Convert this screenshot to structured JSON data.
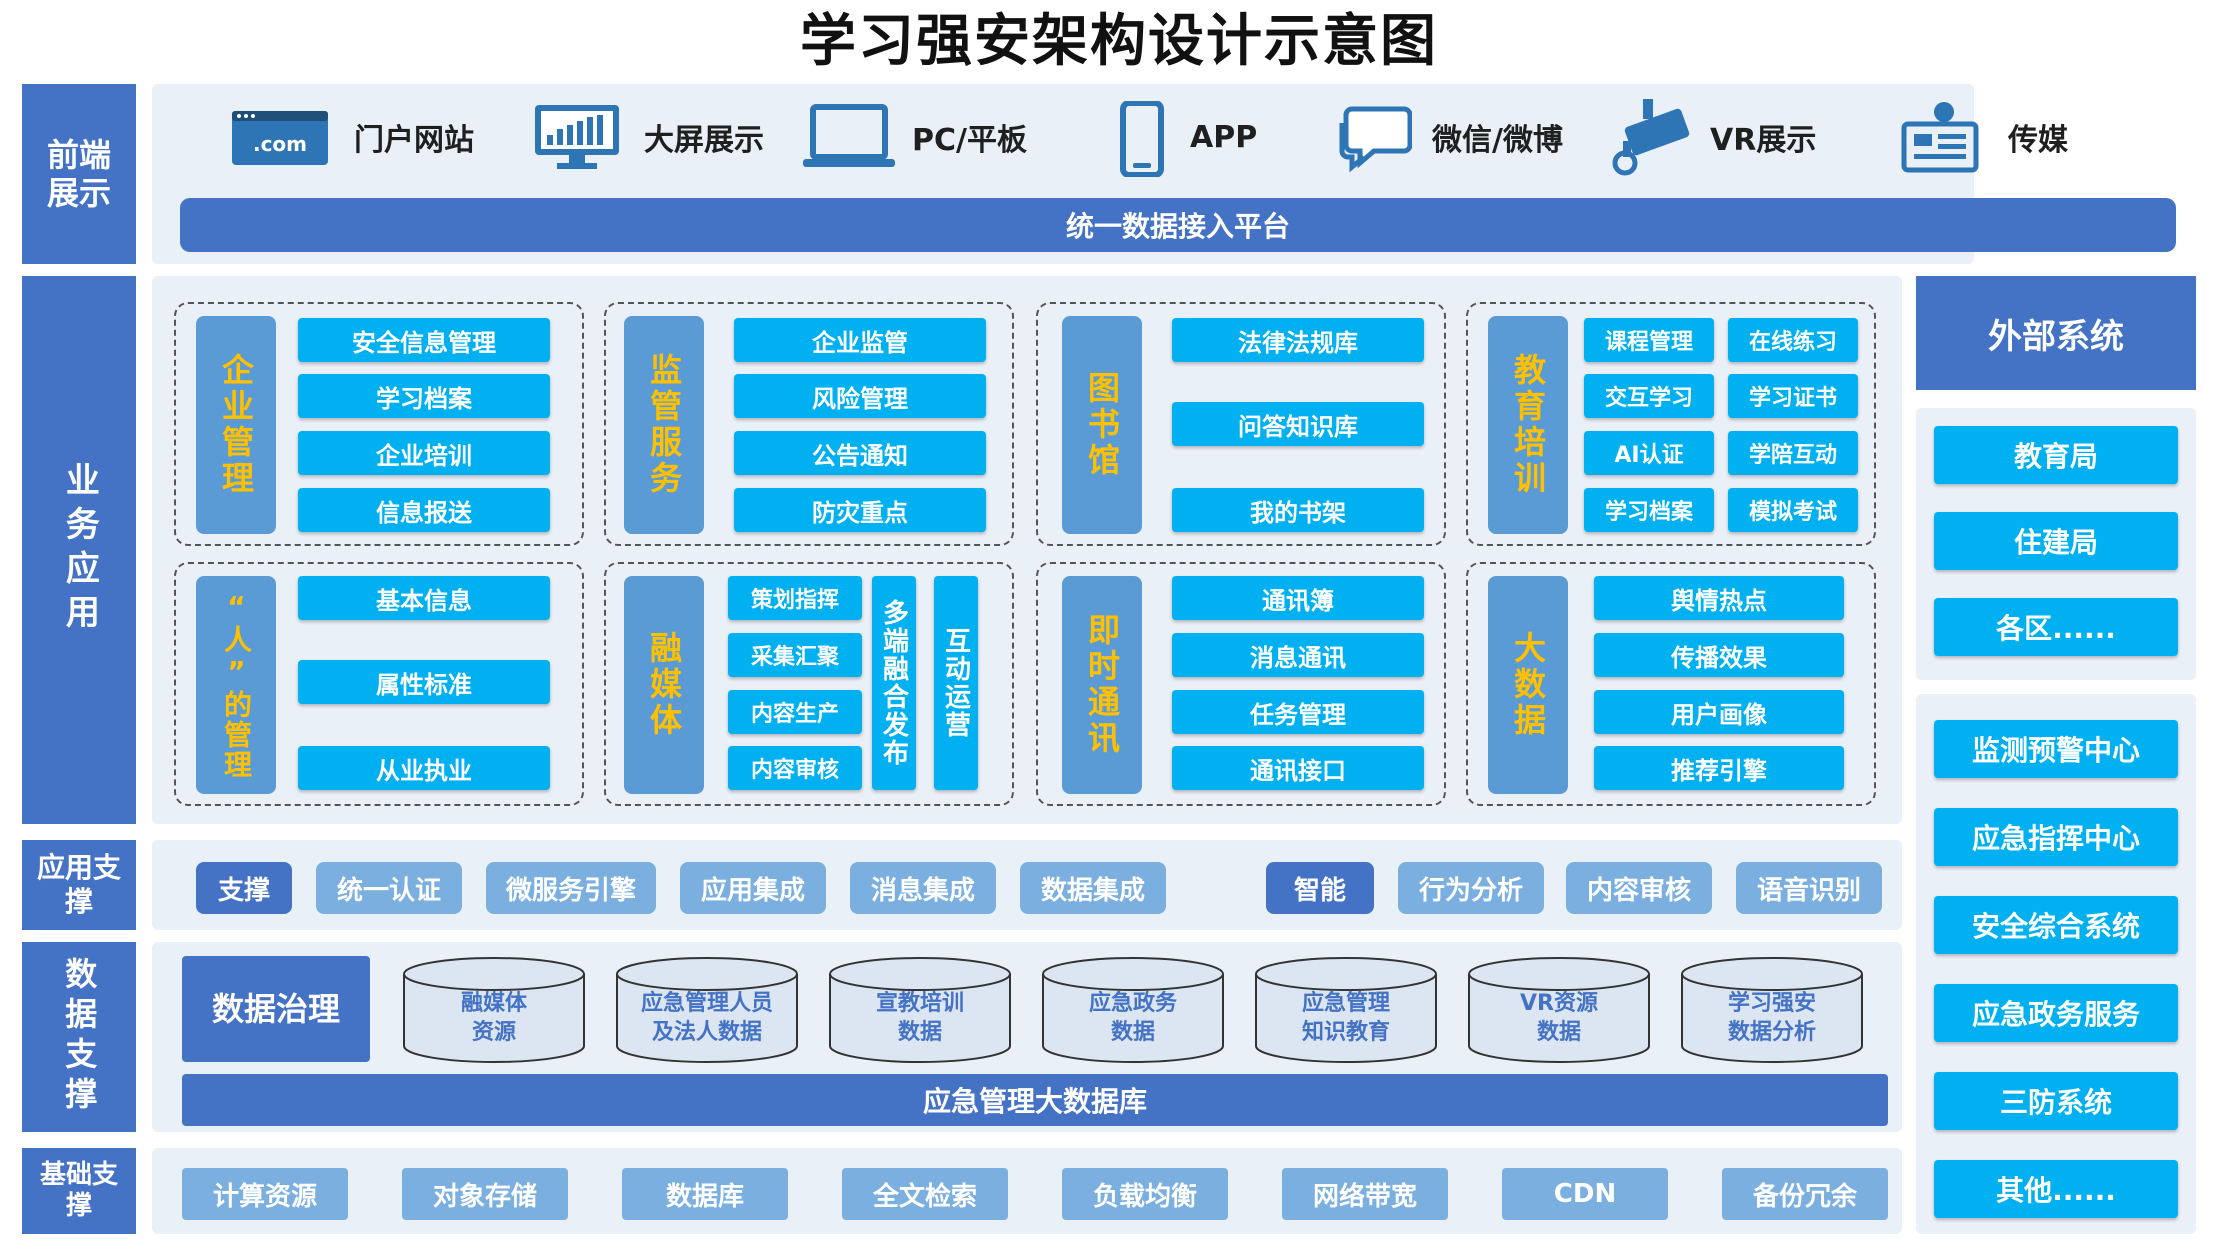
{
  "title": "学习强安架构设计示意图",
  "sections": {
    "front": "前端展示",
    "business": "业务应用",
    "app_support": "应用支撑",
    "data_support": "数据支撑",
    "base_support": "基础支撑"
  },
  "frontend": {
    "items": [
      {
        "icon": "web-portal-icon",
        "icon_text": ".com",
        "label": "门户网站"
      },
      {
        "icon": "big-screen-icon",
        "label": "大屏展示"
      },
      {
        "icon": "laptop-icon",
        "label": "PC/平板"
      },
      {
        "icon": "phone-icon",
        "label": "APP"
      },
      {
        "icon": "chat-icon",
        "label": "微信/微博"
      },
      {
        "icon": "vr-camera-icon",
        "label": "VR展示"
      },
      {
        "icon": "media-icon",
        "label": "传媒"
      }
    ],
    "platform": "统一数据接入平台"
  },
  "business": {
    "groups": [
      {
        "label": "企业管理",
        "items": [
          "安全信息管理",
          "学习档案",
          "企业培训",
          "信息报送"
        ]
      },
      {
        "label": "监管服务",
        "items": [
          "企业监管",
          "风险管理",
          "公告通知",
          "防灾重点"
        ]
      },
      {
        "label": "图书馆",
        "items": [
          "法律法规库",
          "问答知识库",
          "我的书架"
        ]
      },
      {
        "label": "教育培训",
        "items": [
          "课程管理",
          "在线练习",
          "交互学习",
          "学习证书",
          "AI认证",
          "学陪互动",
          "学习档案",
          "模拟考试"
        ]
      },
      {
        "label": "“人”的管理",
        "items": [
          "基本信息",
          "属性标准",
          "从业执业"
        ]
      },
      {
        "label": "融媒体",
        "items": [
          "策划指挥",
          "采集汇聚",
          "内容生产",
          "内容审核"
        ],
        "vert_items": [
          "多端融合发布",
          "互动运营"
        ]
      },
      {
        "label": "即时通讯",
        "items": [
          "通讯簿",
          "消息通讯",
          "任务管理",
          "通讯接口"
        ]
      },
      {
        "label": "大数据",
        "items": [
          "舆情热点",
          "传播效果",
          "用户画像",
          "推荐引擎"
        ]
      }
    ]
  },
  "app_support": {
    "left_head": "支撑",
    "left_items": [
      "统一认证",
      "微服务引擎",
      "应用集成",
      "消息集成",
      "数据集成"
    ],
    "right_head": "智能",
    "right_items": [
      "行为分析",
      "内容审核",
      "语音识别"
    ]
  },
  "data_support": {
    "governance": "数据治理",
    "cylinders": [
      "融媒体资源",
      "应急管理人员及法人数据",
      "宣教培训数据",
      "应急政务数据",
      "应急管理知识教育",
      "VR资源数据",
      "学习强安数据分析"
    ],
    "cylinder_lines": [
      [
        "融媒体",
        "资源"
      ],
      [
        "应急管理人员",
        "及法人数据"
      ],
      [
        "宣教培训",
        "数据"
      ],
      [
        "应急政务",
        "数据"
      ],
      [
        "应急管理",
        "知识教育"
      ],
      [
        "VR资源",
        "数据"
      ],
      [
        "学习强安",
        "数据分析"
      ]
    ],
    "db": "应急管理大数据库"
  },
  "base_support": {
    "items": [
      "计算资源",
      "对象存储",
      "数据库",
      "全文检索",
      "负载均衡",
      "网络带宽",
      "CDN",
      "备份冗余"
    ]
  },
  "external": {
    "title": "外部系统",
    "group1": [
      "教育局",
      "住建局",
      "各区......"
    ],
    "group2": [
      "监测预警中心",
      "应急指挥中心",
      "安全综合系统",
      "应急政务服务",
      "三防系统",
      "其他......"
    ]
  },
  "colors": {
    "primary": "#4472c4",
    "panel": "#eaf0f8",
    "label_blue": "#5b9bd5",
    "label_text": "#ffc000",
    "button": "#00b0f0",
    "pill": "#7bafdf"
  }
}
